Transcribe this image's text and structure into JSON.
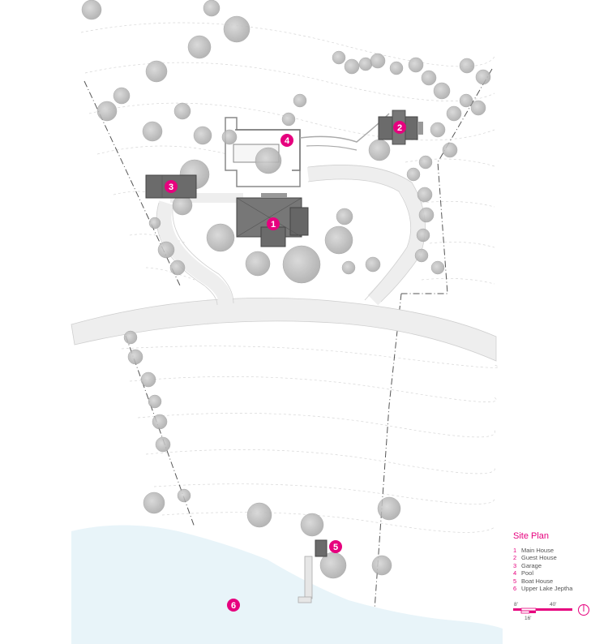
{
  "legend": {
    "title": "Site Plan",
    "items": [
      {
        "num": "1",
        "label": "Main House"
      },
      {
        "num": "2",
        "label": "Guest House"
      },
      {
        "num": "3",
        "label": "Garage"
      },
      {
        "num": "4",
        "label": "Pool"
      },
      {
        "num": "5",
        "label": "Boat House"
      },
      {
        "num": "6",
        "label": "Upper Lake Jeptha"
      }
    ]
  },
  "scale": {
    "a": "8'",
    "b": "16'",
    "c": "40'"
  },
  "markers": [
    "1",
    "2",
    "3",
    "4",
    "5",
    "6"
  ],
  "colors": {
    "accent": "#e6007e",
    "lake": "#e8f4f9",
    "road": "#eeeeee",
    "building": "#6b6b6b",
    "tree": "#b5b5b5"
  }
}
